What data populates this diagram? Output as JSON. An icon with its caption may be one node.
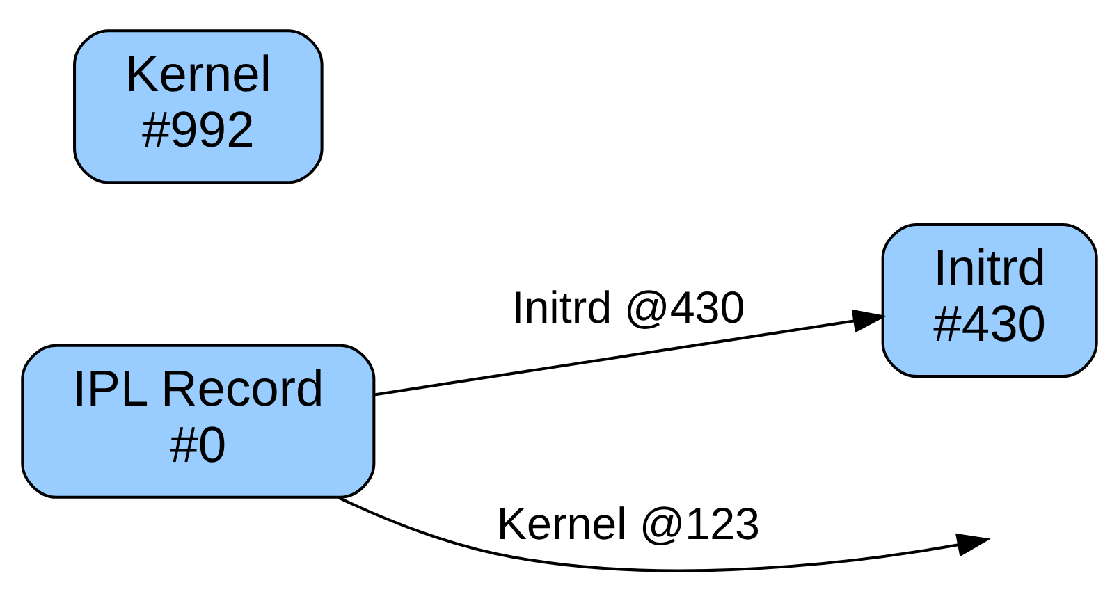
{
  "diagram": {
    "nodes": [
      {
        "text": [
          "IPL Record",
          "#0"
        ]
      },
      {
        "text": [
          "Kernel",
          "#992"
        ]
      },
      {
        "text": [
          "Initrd",
          "#430"
        ]
      }
    ],
    "edges": [
      {
        "from": 0,
        "to": null,
        "arrow": "to",
        "label": "Kernel @123"
      },
      {
        "from": 0,
        "to": 2,
        "arrow": "to",
        "label": "Initrd @430"
      }
    ]
  }
}
